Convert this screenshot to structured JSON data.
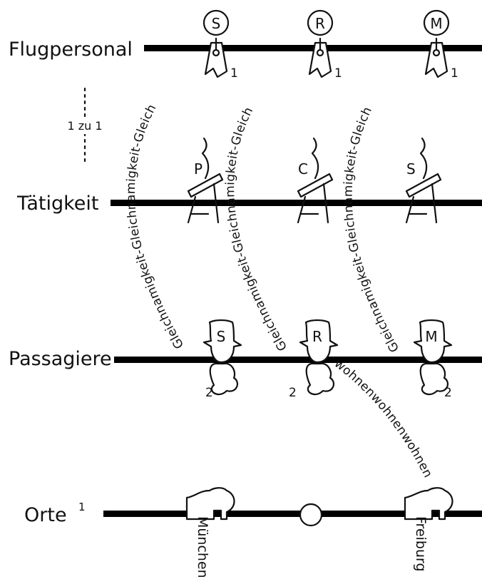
{
  "rows": {
    "flugpersonal": "Flugpersonal",
    "taetigkeit": "Tätigkeit",
    "passagiere": "Passagiere",
    "orte": "Orte",
    "orte_sup": "1"
  },
  "cardinality": {
    "text": "1 zu 1"
  },
  "pilots": [
    {
      "letter": "S",
      "index": "1"
    },
    {
      "letter": "R",
      "index": "1"
    },
    {
      "letter": "M",
      "index": "1"
    }
  ],
  "activities": [
    {
      "letter": "P"
    },
    {
      "letter": "C"
    },
    {
      "letter": "S"
    }
  ],
  "passengers": [
    {
      "letter": "S",
      "index": "2"
    },
    {
      "letter": "R",
      "index": "2"
    },
    {
      "letter": "M",
      "index": "2"
    }
  ],
  "arc_texts": [
    "Gleichnamigkeit-Gleichnamigkeit-Gleich",
    "Gleichnamigkeit-Gleichnamigkeit-Gleich",
    "Gleichnamigkeit-Gleichnamigkeit-Gleich"
  ],
  "link_text": "wohnenwohnenwohnen",
  "places": {
    "left": "München",
    "right": "Freiburg"
  }
}
